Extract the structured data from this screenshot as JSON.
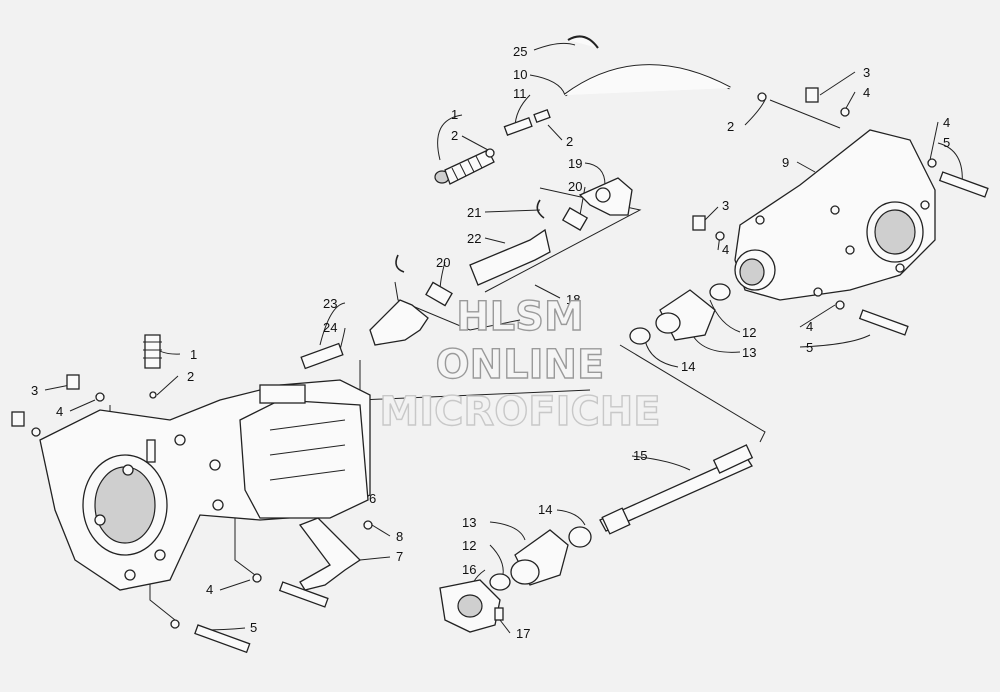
{
  "callouts": [
    {
      "id": "c25",
      "text": "25"
    },
    {
      "id": "c10",
      "text": "10"
    },
    {
      "id": "c11",
      "text": "11"
    },
    {
      "id": "c1a",
      "text": "1"
    },
    {
      "id": "c2a",
      "text": "2"
    },
    {
      "id": "c2b",
      "text": "2"
    },
    {
      "id": "c2c",
      "text": "2"
    },
    {
      "id": "c3a",
      "text": "3"
    },
    {
      "id": "c4a",
      "text": "4"
    },
    {
      "id": "c4b",
      "text": "4"
    },
    {
      "id": "c5a",
      "text": "5"
    },
    {
      "id": "c9",
      "text": "9"
    },
    {
      "id": "c19",
      "text": "19"
    },
    {
      "id": "c20a",
      "text": "20"
    },
    {
      "id": "c21",
      "text": "21"
    },
    {
      "id": "c22",
      "text": "22"
    },
    {
      "id": "c20b",
      "text": "20"
    },
    {
      "id": "c18",
      "text": "18"
    },
    {
      "id": "c3b",
      "text": "3"
    },
    {
      "id": "c4c",
      "text": "4"
    },
    {
      "id": "c12a",
      "text": "12"
    },
    {
      "id": "c13a",
      "text": "13"
    },
    {
      "id": "c14a",
      "text": "14"
    },
    {
      "id": "c4d",
      "text": "4"
    },
    {
      "id": "c5b",
      "text": "5"
    },
    {
      "id": "c23",
      "text": "23"
    },
    {
      "id": "c24",
      "text": "24"
    },
    {
      "id": "c1b",
      "text": "1"
    },
    {
      "id": "c2d",
      "text": "2"
    },
    {
      "id": "c3c",
      "text": "3"
    },
    {
      "id": "c4e",
      "text": "4"
    },
    {
      "id": "c6",
      "text": "6"
    },
    {
      "id": "c15",
      "text": "15"
    },
    {
      "id": "c8",
      "text": "8"
    },
    {
      "id": "c7",
      "text": "7"
    },
    {
      "id": "c14b",
      "text": "14"
    },
    {
      "id": "c13b",
      "text": "13"
    },
    {
      "id": "c12b",
      "text": "12"
    },
    {
      "id": "c16",
      "text": "16"
    },
    {
      "id": "c4f",
      "text": "4"
    },
    {
      "id": "c5c",
      "text": "5"
    },
    {
      "id": "c17",
      "text": "17"
    }
  ],
  "watermark": {
    "line1": "HLSM",
    "line2": "ONLINE",
    "line3": "MICROFICHE"
  },
  "colors": {
    "ink": "#222222",
    "paper": "#f2f2f2",
    "watermark_stroke": "#9a9a9a"
  }
}
